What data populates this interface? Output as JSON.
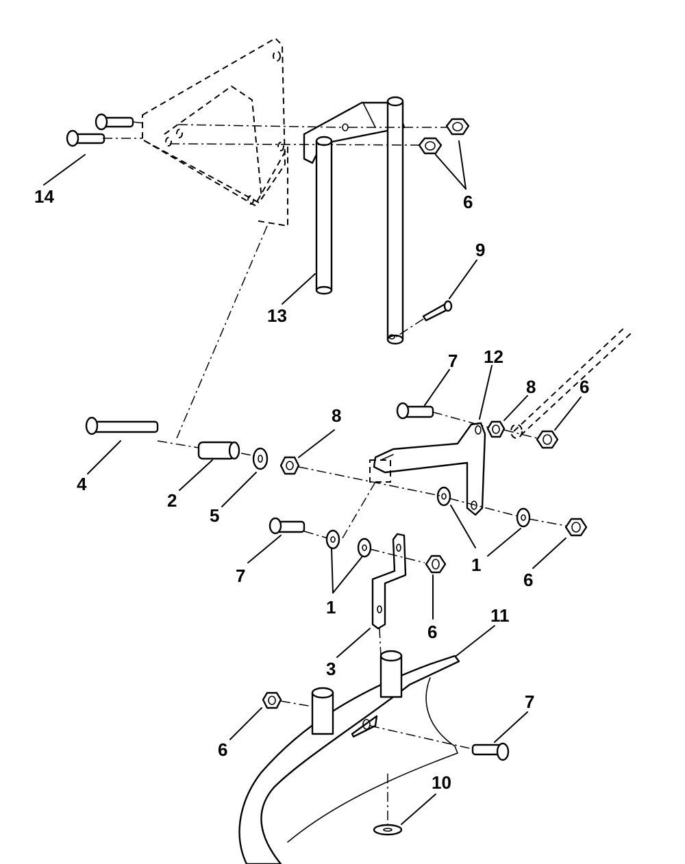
{
  "callouts": {
    "c14": "14",
    "c6_top": "6",
    "c9": "9",
    "c13": "13",
    "c7_right": "7",
    "c12": "12",
    "c8_right": "8",
    "c6_right": "6",
    "c4": "4",
    "c2": "2",
    "c5": "5",
    "c8_left": "8",
    "c1_mid": "1",
    "c6_mid": "6",
    "c7_left": "7",
    "c1_left": "1",
    "c6_bracket": "6",
    "c11": "11",
    "c3": "3",
    "c7_bottom": "7",
    "c6_bottom": "6",
    "c10": "10"
  }
}
